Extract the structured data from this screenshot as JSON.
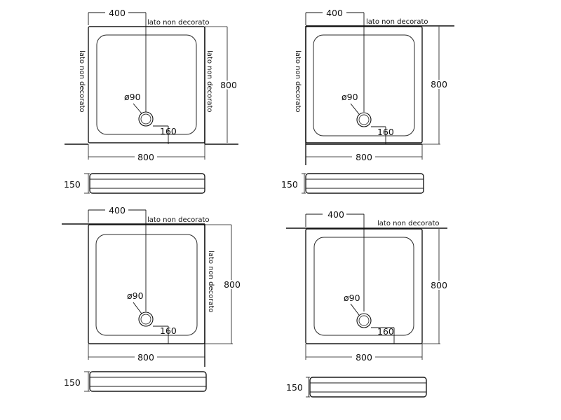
{
  "colors": {
    "line": "#111111",
    "background": "#ffffff"
  },
  "labels": {
    "width_top": "400",
    "width_bottom": "800",
    "height": "800",
    "drain_diameter": "ø90",
    "drain_offset": "160",
    "profile_height": "150",
    "undecorated_side": "lato non decorato"
  },
  "views": [
    {
      "id": "view-1",
      "walls": [
        "bottom-left",
        "right"
      ],
      "undecorated_sides": [
        "top",
        "left",
        "right"
      ]
    },
    {
      "id": "view-2",
      "walls": [
        "top-right",
        "left",
        "bottom"
      ],
      "undecorated_sides": [
        "top",
        "left"
      ]
    },
    {
      "id": "view-3",
      "walls": [
        "top-left",
        "right"
      ],
      "undecorated_sides": [
        "top",
        "right"
      ]
    },
    {
      "id": "view-4",
      "walls": [
        "top"
      ],
      "undecorated_sides": [
        "top"
      ]
    }
  ]
}
